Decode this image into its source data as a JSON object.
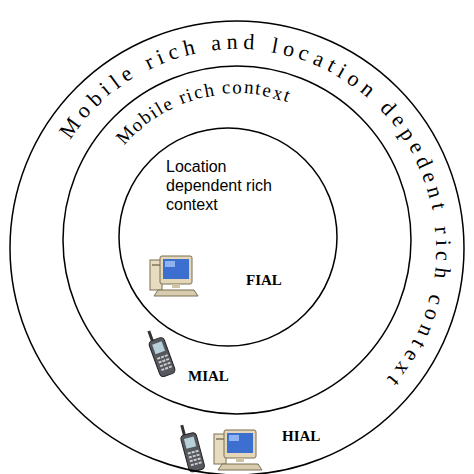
{
  "diagram": {
    "nodes": [
      {
        "text": [
          "Mobile rich and location depedent rich context"
        ]
      },
      {
        "text": [
          "Mobile rich context"
        ],
        "in": 0
      },
      {
        "text": [
          "Location dependent rich context"
        ],
        "in": 1
      }
    ],
    "labels": [
      "FIAL",
      "MIAL",
      "HIAL"
    ]
  }
}
